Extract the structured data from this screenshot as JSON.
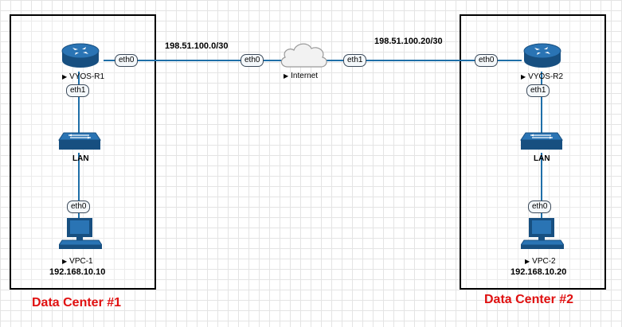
{
  "data_centers": [
    {
      "title": "Data Center #1"
    },
    {
      "title": "Data Center #2"
    }
  ],
  "routers": [
    {
      "label": "VYOS-R1"
    },
    {
      "label": "VYOS-R2"
    }
  ],
  "switches": [
    {
      "label": "LAN"
    },
    {
      "label": "LAN"
    }
  ],
  "pcs": [
    {
      "label": "VPC-1",
      "ip": "192.168.10.10"
    },
    {
      "label": "VPC-2",
      "ip": "192.168.10.20"
    }
  ],
  "cloud": {
    "label": "Internet"
  },
  "networks": [
    {
      "label": "198.51.100.0/30"
    },
    {
      "label": "198.51.100.20/30"
    }
  ],
  "ports": {
    "r1_wan": "eth0",
    "r1_lan": "eth1",
    "pc1": "eth0",
    "cloud_left": "eth0",
    "cloud_right": "eth1",
    "r2_wan": "eth0",
    "r2_lan": "eth1",
    "pc2": "eth0"
  },
  "colors": {
    "dc_title": "#e01010",
    "link": "#1f6fa8",
    "device": "#1b5c93"
  }
}
